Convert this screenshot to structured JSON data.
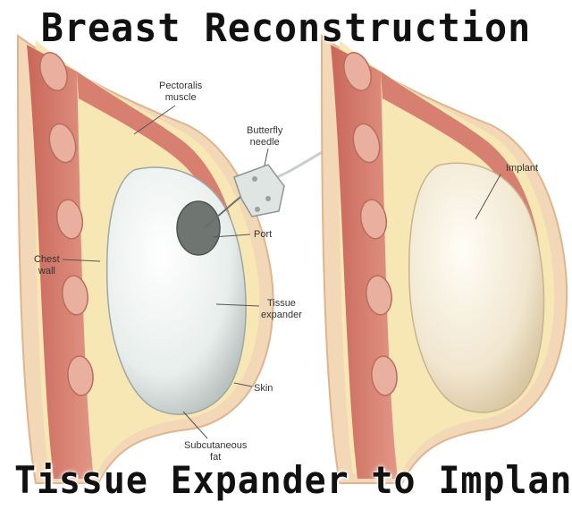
{
  "title": "Breast Reconstruction",
  "subtitle": "Tissue Expander to Implant",
  "labels": {
    "pectoralis": [
      "Pectoralis",
      "muscle"
    ],
    "butterfly": [
      "Butterfly",
      "needle"
    ],
    "chest_wall": [
      "Chest",
      "wall"
    ],
    "port": "Port",
    "tissue_expander": [
      "Tissue",
      "expander"
    ],
    "skin": "Skin",
    "subcutaneous": [
      "Subcutaneous",
      "fat"
    ],
    "implant": "Implant"
  },
  "colors": {
    "skin": "#f3d8b8",
    "fat": "#f6e7b4",
    "muscle": "#d77f70",
    "rib": "#e9b0a0",
    "expander": "#eef2f1",
    "implant": "#f3ead8",
    "port": "#6f7672"
  }
}
